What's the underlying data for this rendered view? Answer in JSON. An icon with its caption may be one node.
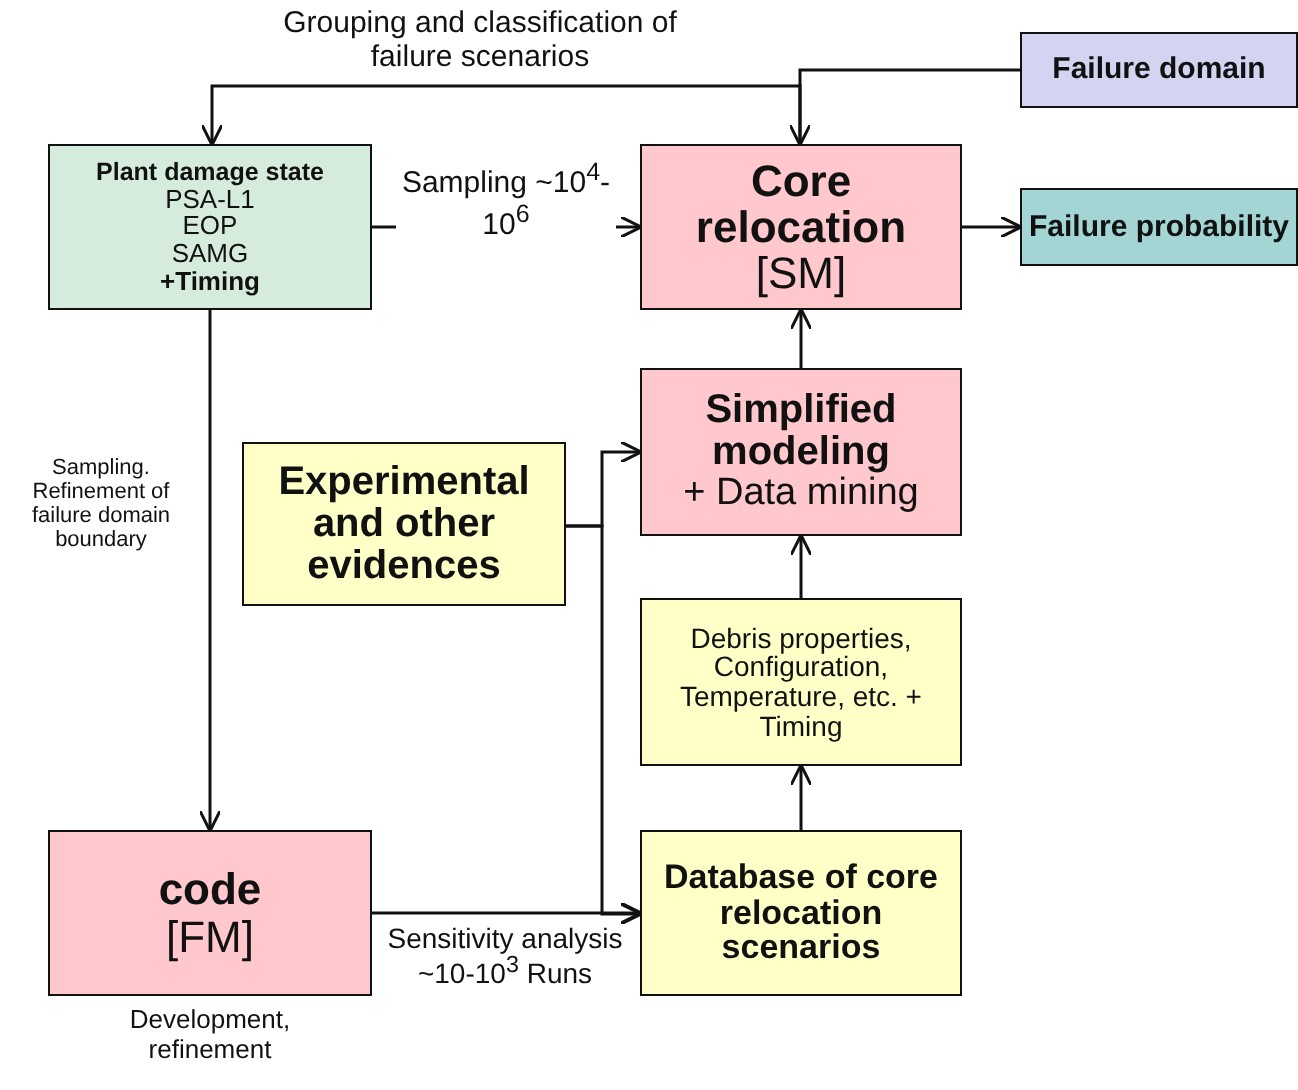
{
  "diagram": {
    "nodes": [
      {
        "text": [
          "Failure domain"
        ]
      },
      {
        "text": [
          "Plant damage state",
          "PSA-L1",
          "EOP",
          "SAMG",
          "+Timing"
        ]
      },
      {
        "text": [
          "Core relocation",
          "[SM]"
        ]
      },
      {
        "text": [
          "Failure probability"
        ]
      },
      {
        "text": [
          "Simplified modeling",
          "+ Data mining"
        ]
      },
      {
        "text": [
          "Experimental and other evidences"
        ]
      },
      {
        "text": [
          "Debris properties, Configuration, Temperature, etc. + Timing"
        ]
      },
      {
        "text": [
          "code",
          "[FM]"
        ],
        "beside": [
          "Development, refinement"
        ]
      },
      {
        "text": [
          "Database of core relocation scenarios"
        ]
      }
    ],
    "edges": [
      {
        "from": 2,
        "to": 1,
        "arrow": "to",
        "label": "Grouping and classification of failure scenarios"
      },
      {
        "from": 0,
        "to": 2,
        "arrow": "to"
      },
      {
        "from": 1,
        "to": 2,
        "arrow": "to",
        "label": "Sampling ~10$^{4}$-10$^{6}$"
      },
      {
        "from": 2,
        "to": 3,
        "arrow": "to"
      },
      {
        "from": 4,
        "to": 2,
        "arrow": "to"
      },
      {
        "from": 5,
        "to": 4,
        "arrow": "to"
      },
      {
        "from": 5,
        "to": 8,
        "arrow": "to"
      },
      {
        "from": 1,
        "to": 7,
        "arrow": "to",
        "label": "Sampling. Refinement of failure domain boundary"
      },
      {
        "from": 7,
        "to": 8,
        "arrow": "to",
        "label": "Sensitivity analysis ~10-10$^{3}$ Runs"
      },
      {
        "from": 8,
        "to": 6,
        "arrow": "to"
      },
      {
        "from": 6,
        "to": 4,
        "arrow": "to"
      }
    ]
  }
}
